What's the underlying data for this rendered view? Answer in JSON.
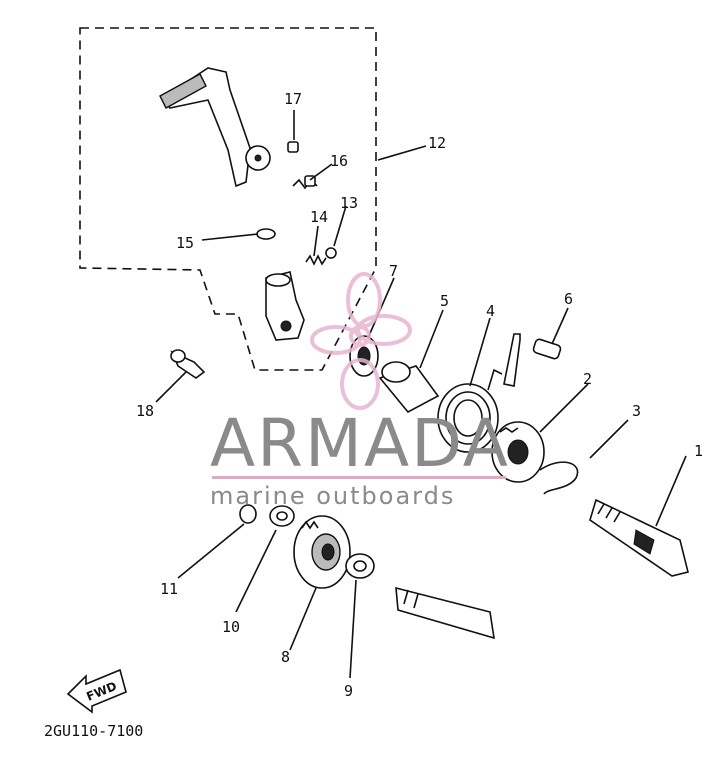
{
  "diagram": {
    "callouts": [
      "1",
      "2",
      "3",
      "4",
      "5",
      "6",
      "7",
      "8",
      "9",
      "10",
      "11",
      "12",
      "13",
      "14",
      "15",
      "16",
      "17",
      "18"
    ],
    "fwd_label": "FWD",
    "drawing_code": "2GU110-7100"
  },
  "watermark": {
    "brand": "ARMADA",
    "tagline": "marine outboards",
    "colors": {
      "logo": "#e8b4d0",
      "text": "#8a8a8a",
      "rule": "#e0a8c4"
    }
  }
}
